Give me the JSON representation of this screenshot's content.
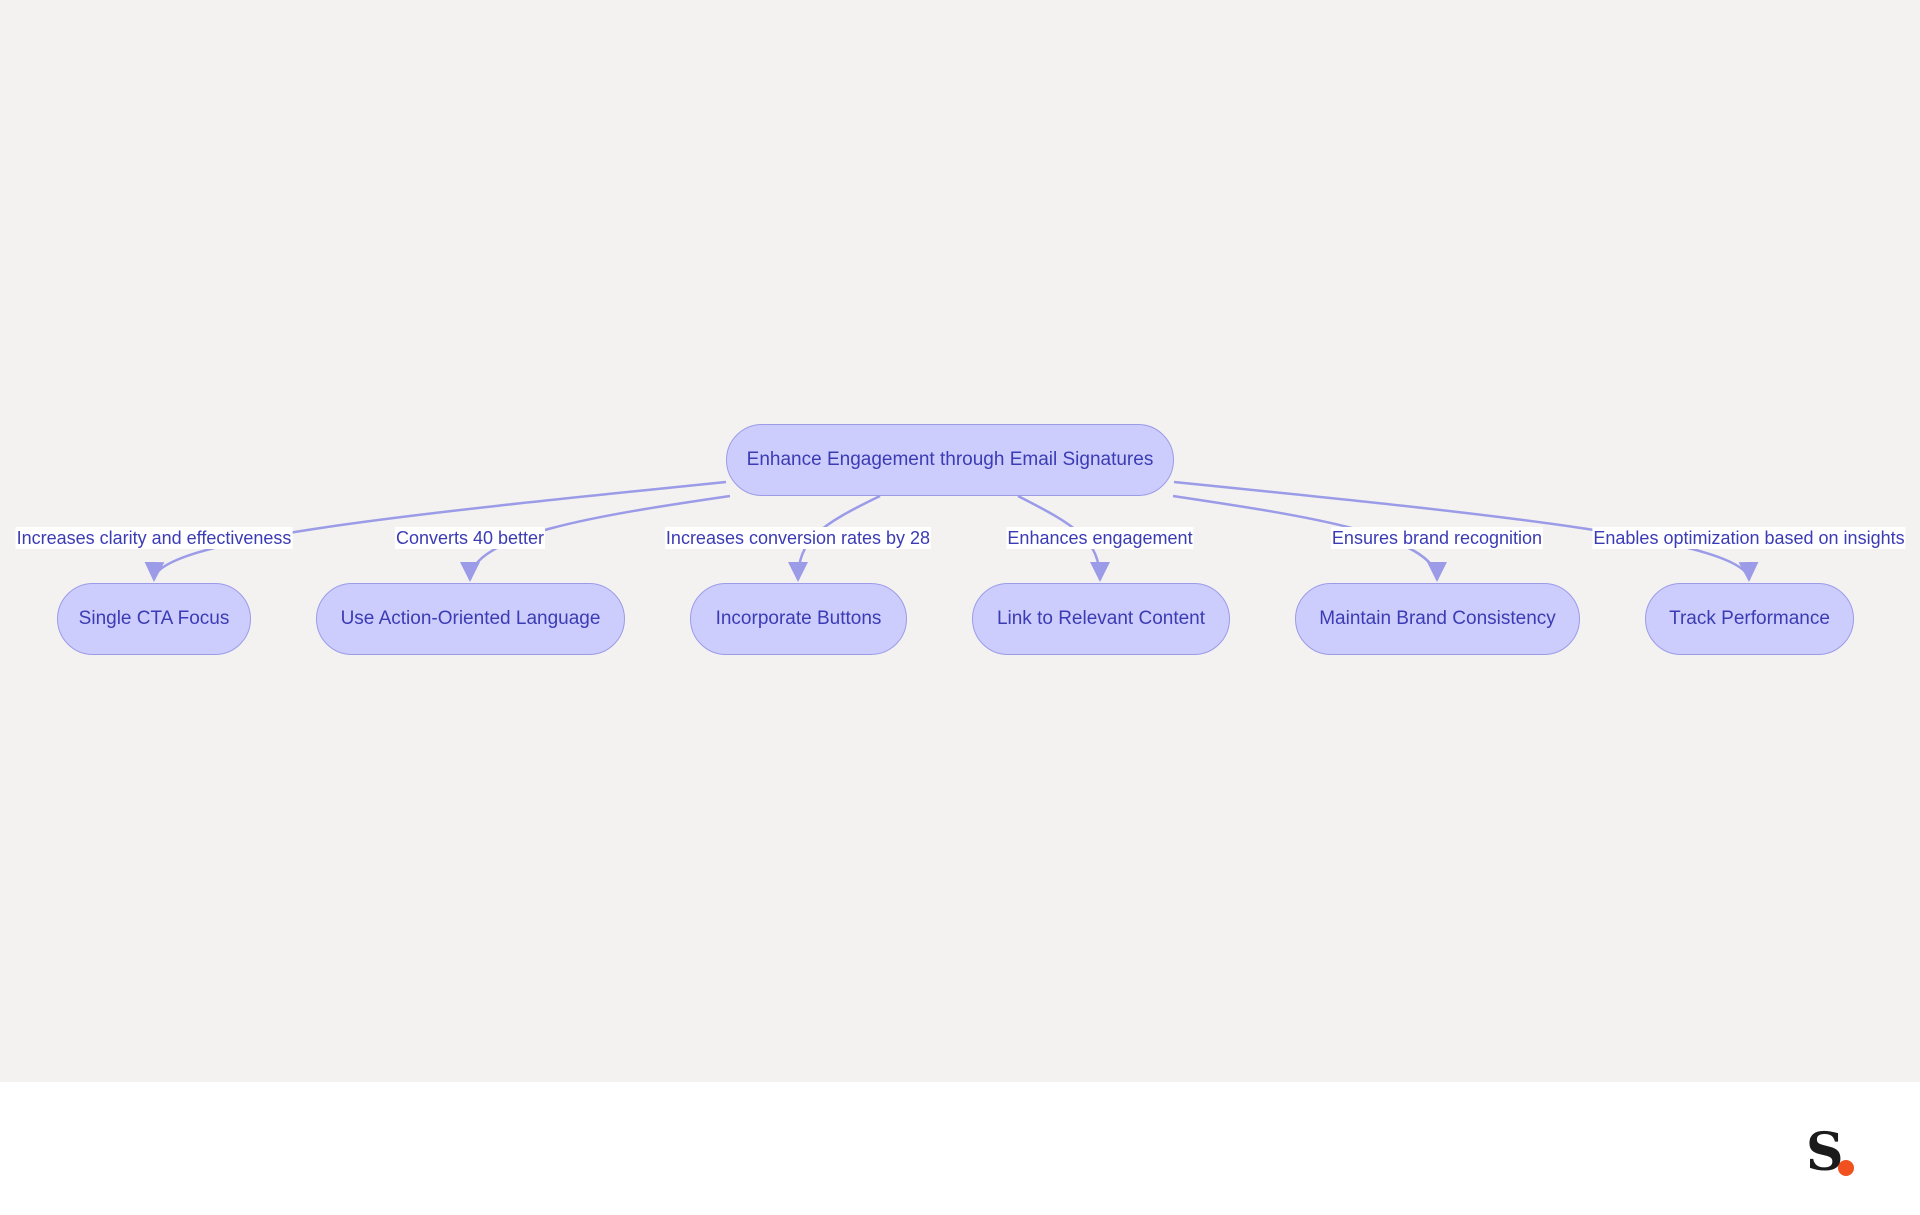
{
  "diagram": {
    "root": {
      "label": "Enhance Engagement through Email Signatures"
    },
    "children": [
      {
        "label": "Single CTA Focus",
        "edge_label": "Increases clarity and effectiveness"
      },
      {
        "label": "Use Action-Oriented Language",
        "edge_label": "Converts 40 better"
      },
      {
        "label": "Incorporate Buttons",
        "edge_label": "Increases conversion rates by 28"
      },
      {
        "label": "Link to Relevant Content",
        "edge_label": "Enhances engagement"
      },
      {
        "label": "Maintain Brand Consistency",
        "edge_label": "Ensures brand recognition"
      },
      {
        "label": "Track Performance",
        "edge_label": "Enables optimization based on insights"
      }
    ],
    "colors": {
      "node_fill": "#cdcdfd",
      "node_border": "#9b9be8",
      "text": "#3b3bb4",
      "edge": "#9b9be8",
      "background": "#f3f2f1"
    }
  },
  "logo": {
    "letter": "S",
    "dot_color": "#f0511e"
  }
}
